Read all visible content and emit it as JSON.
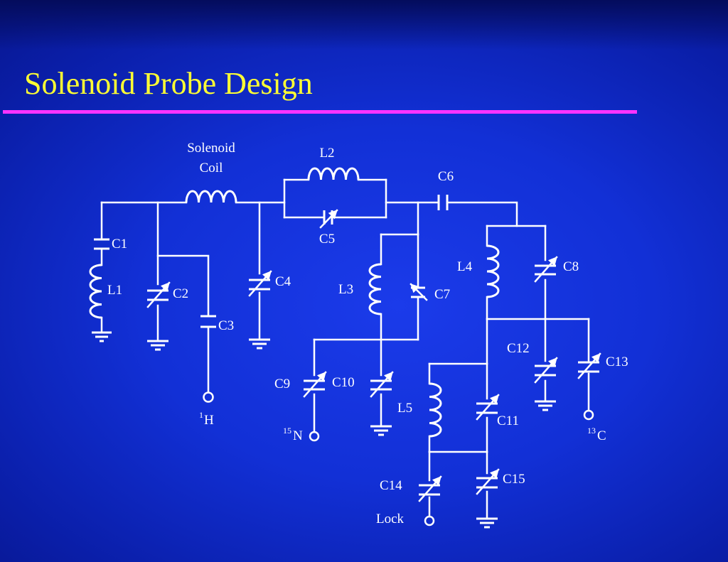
{
  "title": "Solenoid Probe Design",
  "colors": {
    "title": "#ffff33",
    "rule": "#ff33ff",
    "wire": "#ffffff",
    "background": "#1230d6"
  },
  "labels": {
    "solenoid_line1": "Solenoid",
    "solenoid_line2": "Coil",
    "L1": "L1",
    "L2": "L2",
    "L3": "L3",
    "L4": "L4",
    "L5": "L5",
    "C1": "C1",
    "C2": "C2",
    "C3": "C3",
    "C4": "C4",
    "C5": "C5",
    "C6": "C6",
    "C7": "C7",
    "C8": "C8",
    "C9": "C9",
    "C10": "C10",
    "C11": "C11",
    "C12": "C12",
    "C13": "C13",
    "C14": "C14",
    "C15": "C15",
    "lock": "Lock"
  },
  "ports": {
    "H": {
      "sup": "1",
      "text": "H"
    },
    "N": {
      "sup": "15",
      "text": "N"
    },
    "C": {
      "sup": "13",
      "text": "C"
    }
  }
}
